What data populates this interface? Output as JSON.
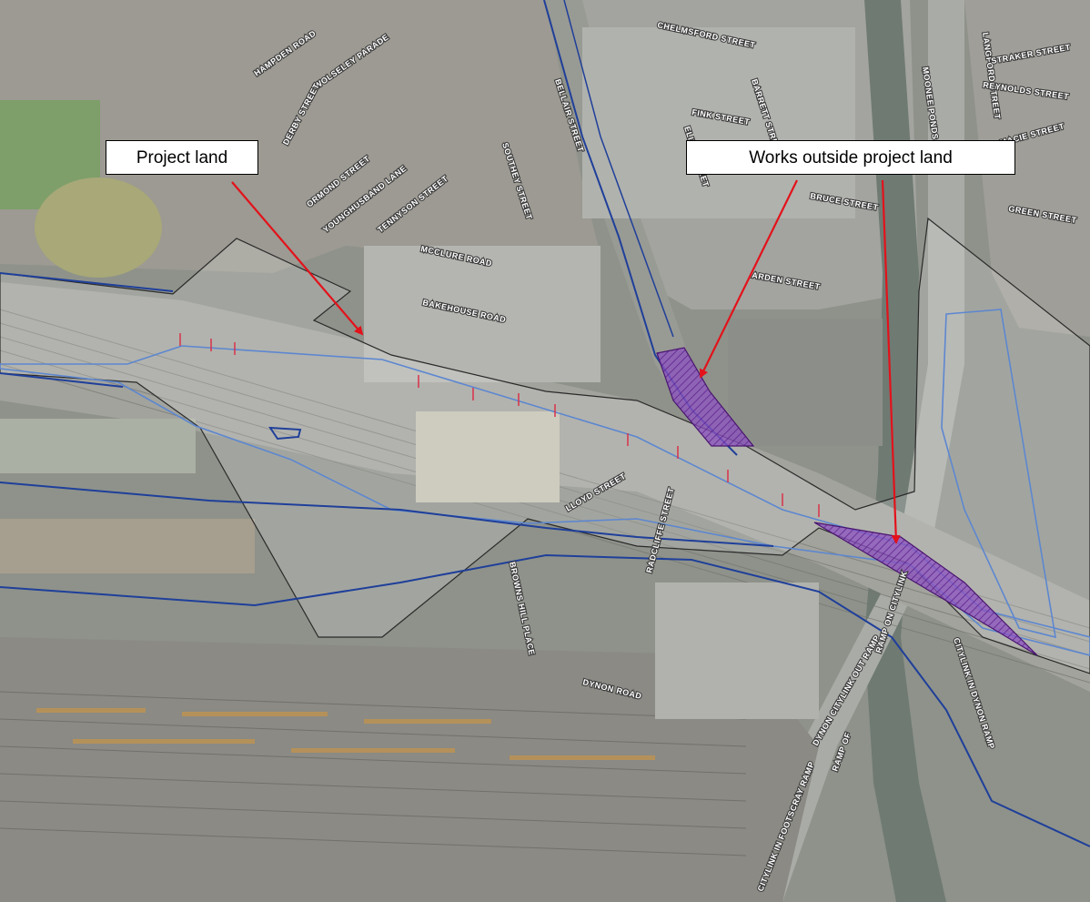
{
  "callouts": {
    "project_land": "Project land",
    "works_outside": "Works outside project land"
  },
  "streets": {
    "hampden_road": "HAMPDEN ROAD",
    "wolseley_parade": "WOLSELEY PARADE",
    "derby_street": "DERBY STREET",
    "ormond_street": "ORMOND STREET",
    "younghusband_lane": "YOUNGHUSBAND LANE",
    "tennyson_street": "TENNYSON STREET",
    "southey_street": "SOUTHEY STREET",
    "bellair_street": "BELLAIR STREET",
    "eliza_street": "ELIZA STREET",
    "barrett_street": "BARRETT STREET",
    "chelmsford_street": "CHELMSFORD STREET",
    "fink_street": "FINK STREET",
    "bruce_street": "BRUCE STREET",
    "arden_street": "ARDEN STREET",
    "moonee_ponds": "MOONEE PONDS",
    "langford_street": "LANGFORD STREET",
    "straker_street": "STRAKER STREET",
    "reynolds_street": "REYNOLDS STREET",
    "macie_street": "MACIE STREET",
    "green_street": "GREEN STREET",
    "mcclure_road": "MCCLURE ROAD",
    "bakehouse_road": "BAKEHOUSE ROAD",
    "lloyd_street": "LLOYD STREET",
    "browns_hill_place": "BROWNS HILL PLACE",
    "radcliffe_street": "RADCLIFFE STREET",
    "dynon_road": "DYNON ROAD",
    "dynon_citylink_out_ramp": "DYNON CITYLINK OUT RAMP",
    "citylink_in_dynon_ramp": "CITYLINK IN DYNON RAMP",
    "citylink_in_footscray_ramp": "CITYLINK IN FOOTSCRAY RAMP",
    "ramp_on_citylink": "RAMP ON CITYLINK",
    "ramp_of": "RAMP OF"
  },
  "colors": {
    "project_boundary": "#1f3f9a",
    "works_fill": "#7a3aa8",
    "arrow": "#e3121b"
  }
}
